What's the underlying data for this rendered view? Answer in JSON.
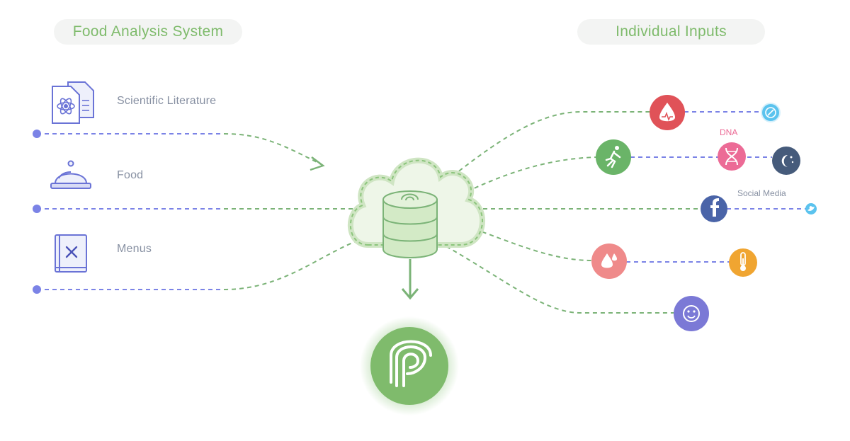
{
  "headers": {
    "left": "Food Analysis System",
    "right": "Individual Inputs"
  },
  "sources": [
    {
      "label": "Scientific Literature",
      "icon": "scientific-literature-icon"
    },
    {
      "label": "Food",
      "icon": "food-cloche-icon"
    },
    {
      "label": "Menus",
      "icon": "menu-book-icon"
    }
  ],
  "inputs": {
    "dna_label": "DNA",
    "social_label": "Social Media",
    "icons": [
      "blood-drop-icon",
      "activity-runner-icon",
      "dna-icon",
      "sleep-icon",
      "facebook-icon",
      "twitter-icon",
      "hydration-icon",
      "thermometer-icon",
      "mood-smiley-icon",
      "compass-icon"
    ]
  },
  "center": {
    "hub": "cloud-database-icon",
    "output": "brand-logo-icon"
  },
  "colors": {
    "green": "#7fbb6c",
    "dash_blue": "#7b83e6",
    "dash_green": "#7bb377",
    "red": "#e05258",
    "pink": "#ec6b96",
    "navy": "#465b7b",
    "fb": "#4a64a8",
    "sky": "#5bc3ee",
    "salmon": "#ef8a8a",
    "orange": "#f0a531",
    "purple": "#7b79d6"
  }
}
